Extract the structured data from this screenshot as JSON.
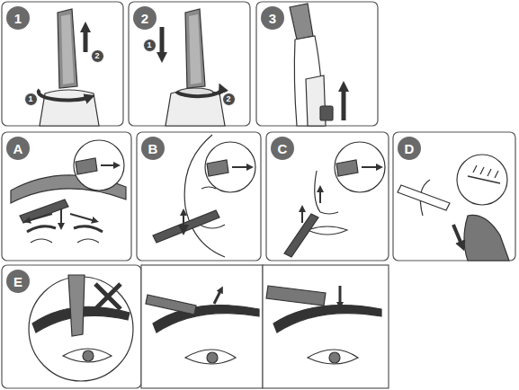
{
  "diagram": {
    "labels": [
      "1",
      "2",
      "1",
      "2",
      "1",
      "2",
      "3",
      "A",
      "B",
      "C",
      "D",
      "E"
    ]
  }
}
